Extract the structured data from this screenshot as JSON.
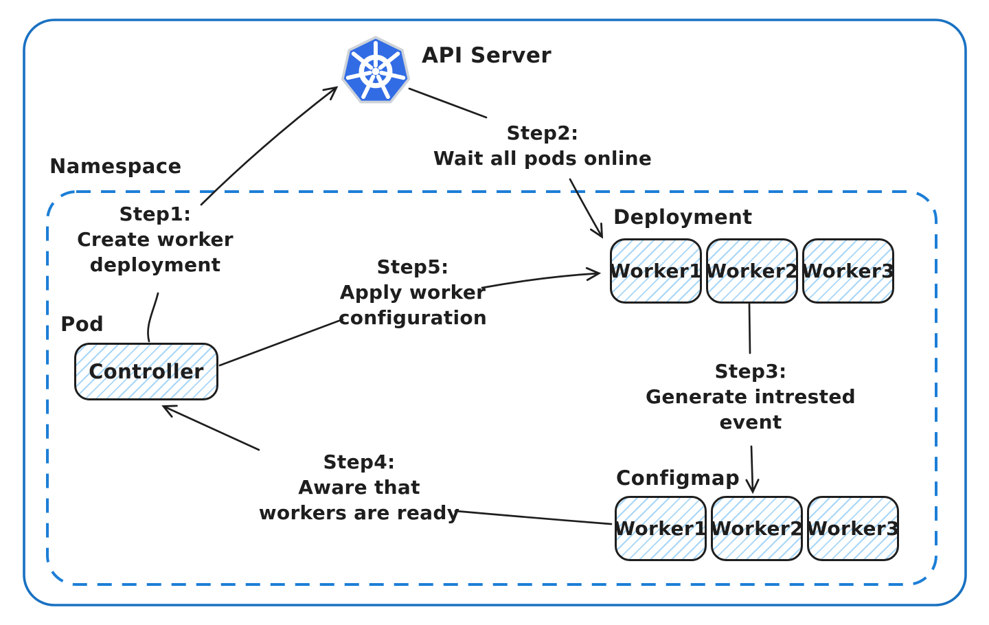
{
  "colors": {
    "outer_border": "#1971c2",
    "namespace_border": "#1c7ed6",
    "node_border": "#1e1e1e",
    "text": "#1e1e1e",
    "hatch": "#a8d6f7",
    "kubernetes_blue": "#326ce5"
  },
  "nodes": {
    "api_server": {
      "label": "API Server",
      "icon": "kubernetes-helm-icon"
    },
    "namespace": {
      "label": "Namespace"
    },
    "pod": {
      "label": "Pod",
      "box": "Controller"
    },
    "deployment": {
      "label": "Deployment",
      "workers": [
        "Worker1",
        "Worker2",
        "Worker3"
      ]
    },
    "configmap": {
      "label": "Configmap",
      "workers": [
        "Worker1",
        "Worker2",
        "Worker3"
      ]
    }
  },
  "steps": {
    "step1": {
      "lines": [
        "Step1:",
        "Create worker",
        "deployment"
      ]
    },
    "step2": {
      "lines": [
        "Step2:",
        "Wait all pods online"
      ]
    },
    "step3": {
      "lines": [
        "Step3:",
        "Generate intrested",
        "event"
      ]
    },
    "step4": {
      "lines": [
        "Step4:",
        "Aware that",
        "workers are ready"
      ]
    },
    "step5": {
      "lines": [
        "Step5:",
        "Apply worker",
        "configuration"
      ]
    }
  }
}
